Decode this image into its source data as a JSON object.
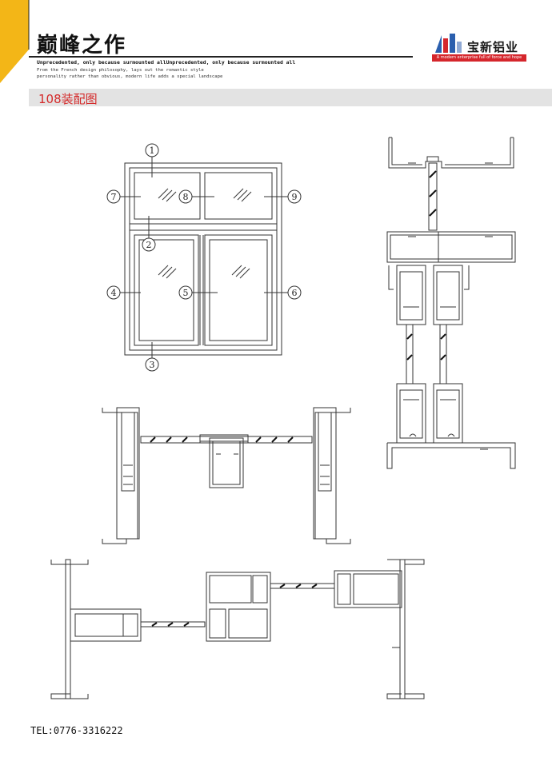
{
  "header": {
    "title": "巅峰之作",
    "subtitle_line1": "Unprecedented, only because surmounted allUnprecedented, only because surmounted all",
    "subtitle_line2": "From the French design philosophy, lays out the romantic style",
    "subtitle_line3": "personality rather than obvious, modern life adds a special landscape"
  },
  "brand": {
    "name": "宝新铝业",
    "tagline": "A modern enterprise full of force and hope",
    "logo_icon": "building-logo-icon"
  },
  "section": {
    "title": "108装配图"
  },
  "callouts": [
    {
      "label": "1"
    },
    {
      "label": "2"
    },
    {
      "label": "3"
    },
    {
      "label": "4"
    },
    {
      "label": "5"
    },
    {
      "label": "6"
    },
    {
      "label": "7"
    },
    {
      "label": "8"
    },
    {
      "label": "9"
    }
  ],
  "footer": {
    "tel": "TEL:0776-3316222"
  },
  "colors": {
    "accent_yellow": "#f3b617",
    "accent_red": "#d42a2a",
    "bar_gray": "#e3e3e3"
  }
}
